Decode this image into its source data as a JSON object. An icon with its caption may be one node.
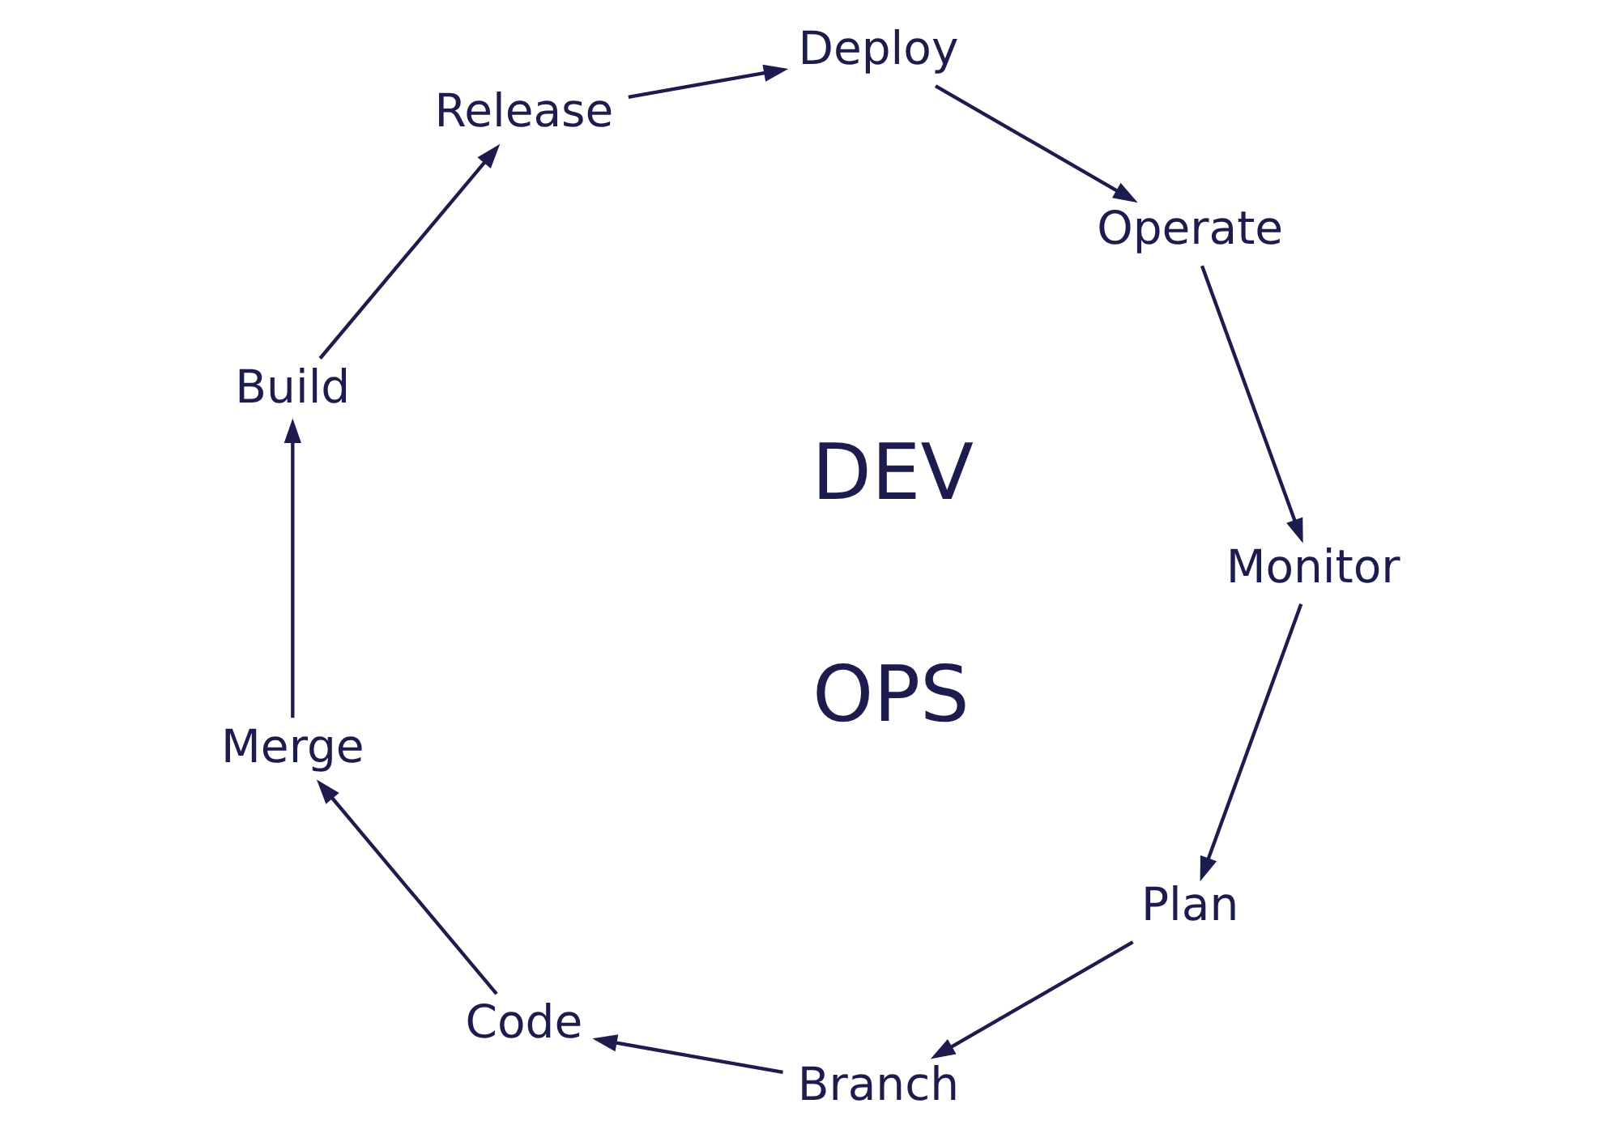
{
  "diagram": {
    "nodes": [
      {
        "text": [
          "Plan"
        ]
      },
      {
        "text": [
          "Branch"
        ]
      },
      {
        "text": [
          "Code"
        ]
      },
      {
        "text": [
          "Merge"
        ]
      },
      {
        "text": [
          "Build"
        ]
      },
      {
        "text": [
          "Release"
        ]
      },
      {
        "text": [
          "Deploy"
        ]
      },
      {
        "text": [
          "Operate"
        ]
      },
      {
        "text": [
          "Monitor"
        ]
      }
    ],
    "edges": [
      {
        "from": 0,
        "to": 1,
        "arrow": "to"
      },
      {
        "from": 1,
        "to": 2,
        "arrow": "to"
      },
      {
        "from": 2,
        "to": 3,
        "arrow": "to"
      },
      {
        "from": 3,
        "to": 4,
        "arrow": "to"
      },
      {
        "from": 4,
        "to": 5,
        "arrow": "to"
      },
      {
        "from": 5,
        "to": 6,
        "arrow": "to"
      },
      {
        "from": 6,
        "to": 7,
        "arrow": "to"
      },
      {
        "from": 7,
        "to": 8,
        "arrow": "to"
      },
      {
        "from": 8,
        "to": 0,
        "arrow": "to"
      }
    ],
    "labels": [
      "DEV",
      "OPS"
    ]
  }
}
